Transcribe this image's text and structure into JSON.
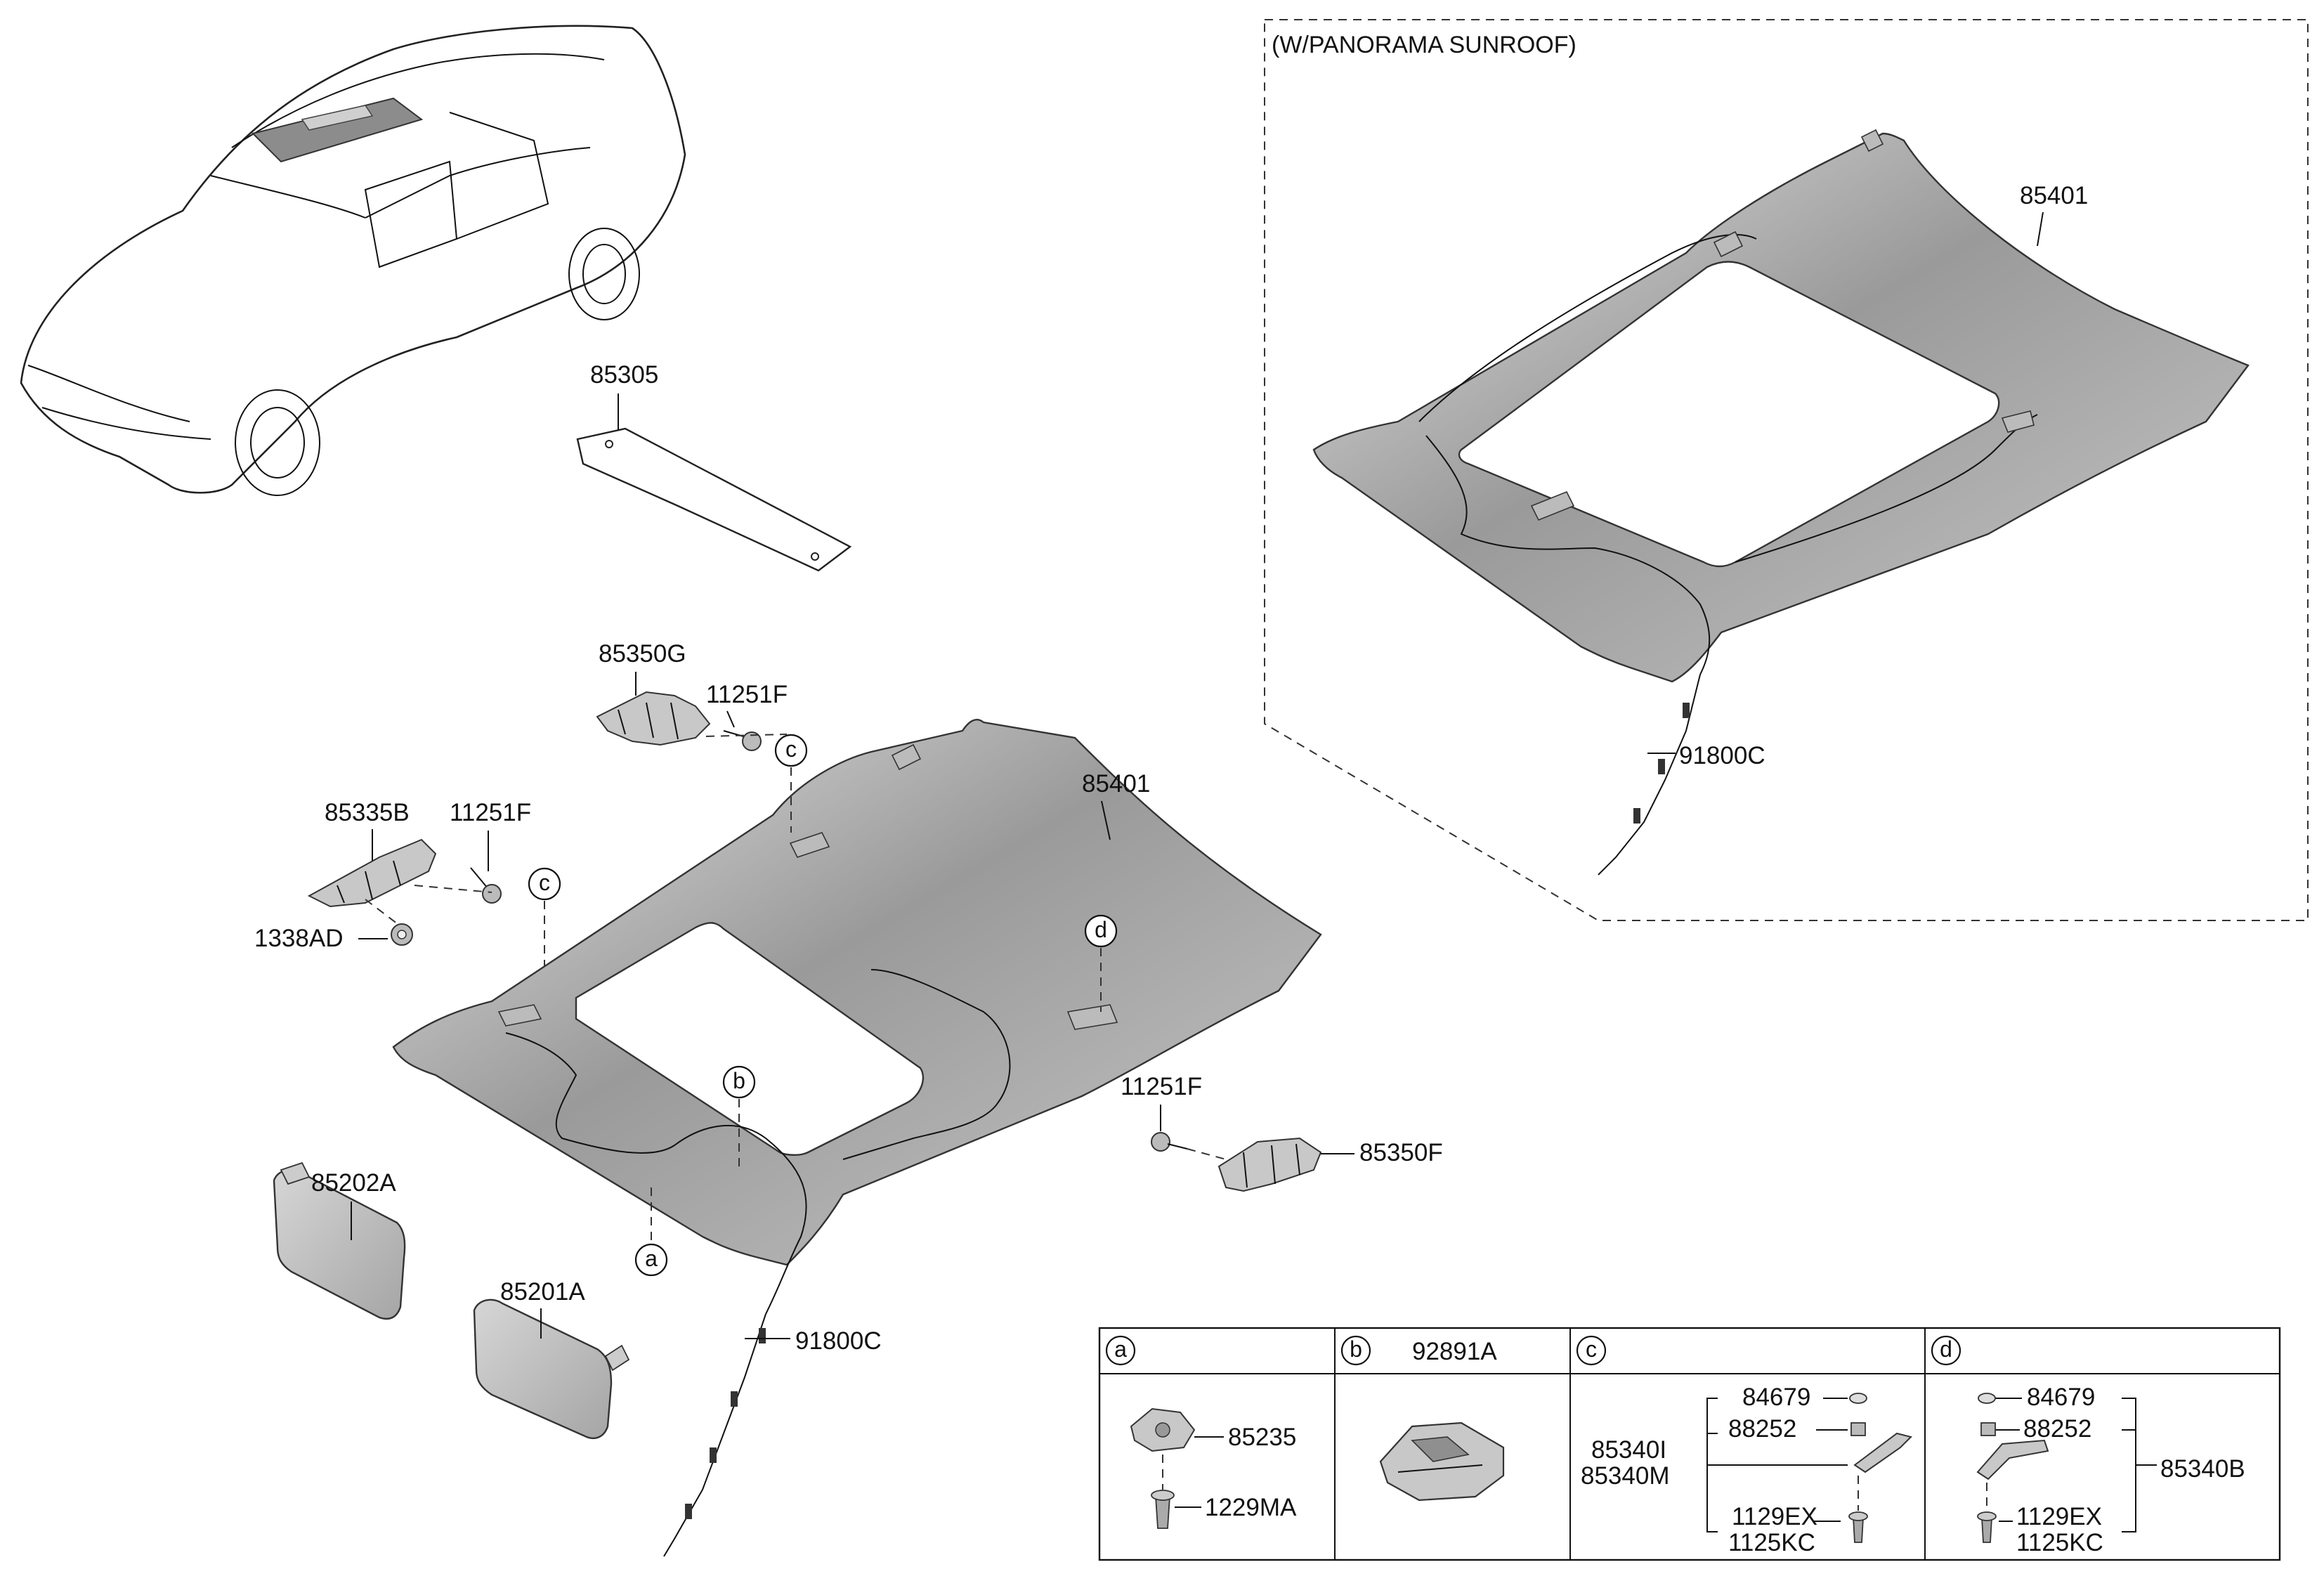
{
  "panel": {
    "title": "(W/PANORAMA SUNROOF)"
  },
  "labels": {
    "p85305": "85305",
    "p85350G": "85350G",
    "p11251F_top": "11251F",
    "p85335B": "85335B",
    "p11251F_mid": "11251F",
    "p1338AD": "1338AD",
    "p85401_main": "85401",
    "p85401_pano": "85401",
    "p91800C_pano": "91800C",
    "p91800C_main": "91800C",
    "p11251F_right": "11251F",
    "p85350F": "85350F",
    "p85202A": "85202A",
    "p85201A": "85201A"
  },
  "callouts": {
    "a": "a",
    "b": "b",
    "c1": "c",
    "c2": "c",
    "d": "d"
  },
  "table": {
    "headers": [
      {
        "letter": "a",
        "part": ""
      },
      {
        "letter": "b",
        "part": "92891A"
      },
      {
        "letter": "c",
        "part": ""
      },
      {
        "letter": "d",
        "part": ""
      }
    ],
    "a": {
      "part1": "85235",
      "part2": "1229MA"
    },
    "c": {
      "p84679": "84679",
      "p88252": "88252",
      "p85340I": "85340I",
      "p85340M": "85340M",
      "p1129EX": "1129EX",
      "p1125KC": "1125KC"
    },
    "d": {
      "p84679": "84679",
      "p88252": "88252",
      "p85340B": "85340B",
      "p1129EX": "1129EX",
      "p1125KC": "1125KC"
    }
  },
  "colors": {
    "headliner": "#9e9e9e",
    "headliner_light": "#d8d8d8",
    "part_fill": "#bdbdbd",
    "line": "#111111"
  }
}
